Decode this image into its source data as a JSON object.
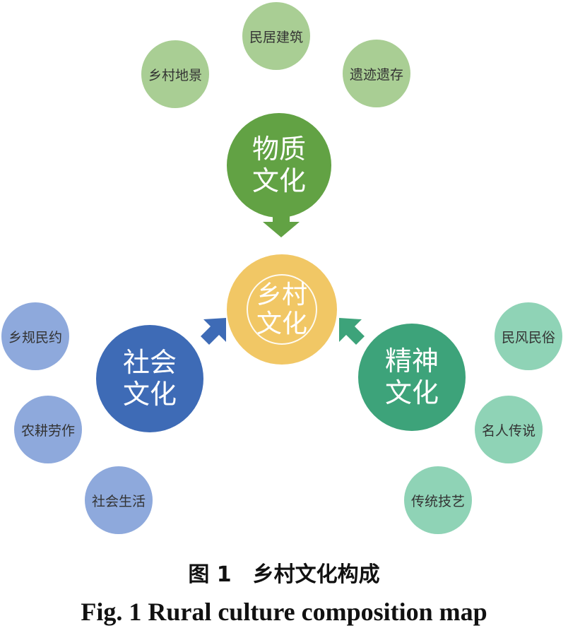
{
  "center": {
    "line1": "乡村",
    "line2": "文化"
  },
  "material": {
    "line1": "物质",
    "line2": "文化",
    "items": [
      "乡村地景",
      "民居建筑",
      "遗迹遗存"
    ]
  },
  "social": {
    "line1": "社会",
    "line2": "文化",
    "items": [
      "乡规民约",
      "农耕劳作",
      "社会生活"
    ]
  },
  "spiritual": {
    "line1": "精神",
    "line2": "文化",
    "items": [
      "民风民俗",
      "名人传说",
      "传统技艺"
    ]
  },
  "caption": {
    "cn": "图 1　乡村文化构成",
    "en": "Fig. 1   Rural culture composition map"
  },
  "colors": {
    "material": "#62a244",
    "center": "#f1c765",
    "social": "#3e6bb6",
    "spiritual": "#3da37a"
  }
}
